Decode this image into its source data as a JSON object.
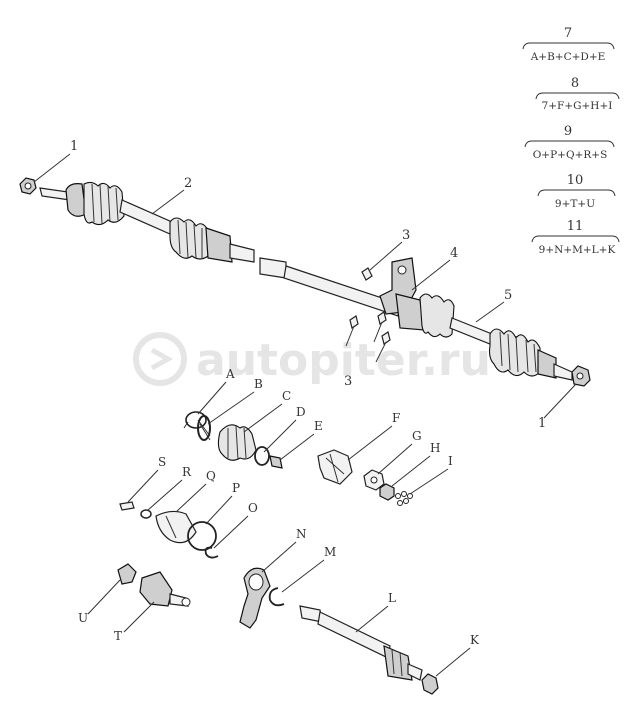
{
  "callouts": {
    "c1_top": "1",
    "c2": "2",
    "c3_top": "3",
    "c4": "4",
    "c5": "5",
    "c3_bottom": "3",
    "c1_right": "1",
    "A": "A",
    "B": "B",
    "C": "C",
    "D": "D",
    "E": "E",
    "F": "F",
    "G": "G",
    "H": "H",
    "I": "I",
    "S": "S",
    "R": "R",
    "Q": "Q",
    "P": "P",
    "O": "O",
    "N": "N",
    "M": "M",
    "L": "L",
    "K": "K",
    "U": "U",
    "T": "T"
  },
  "legend": [
    {
      "num": "7",
      "formula": "A+B+C+D+E"
    },
    {
      "num": "8",
      "formula": "7+F+G+H+I"
    },
    {
      "num": "9",
      "formula": "O+P+Q+R+S"
    },
    {
      "num": "10",
      "formula": "9+T+U"
    },
    {
      "num": "11",
      "formula": "9+N+M+L+K"
    }
  ],
  "watermark": {
    "text": "autopiter.ru"
  },
  "colors": {
    "line": "#222222",
    "background": "#ffffff",
    "watermark": "#d0d0d0"
  }
}
